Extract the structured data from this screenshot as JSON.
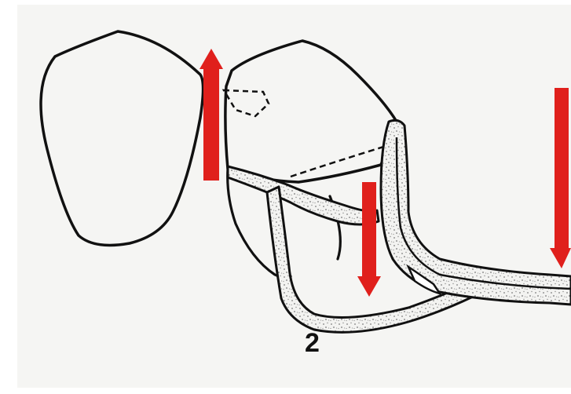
{
  "figure": {
    "label": "2",
    "colors": {
      "arrow": "#e0201c",
      "outline": "#111111",
      "stipple": "#9a9a9a",
      "background": "#f5f5f3"
    },
    "arrows": [
      {
        "name": "upward-arrow",
        "direction": "up"
      },
      {
        "name": "downward-arrow-middle",
        "direction": "down"
      },
      {
        "name": "downward-arrow-right",
        "direction": "down"
      }
    ]
  }
}
